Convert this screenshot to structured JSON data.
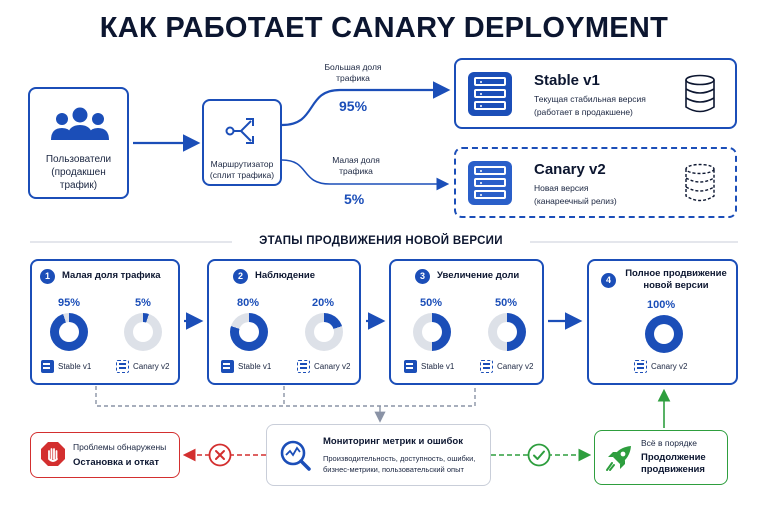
{
  "title": "КАК РАБОТАЕТ CANARY DEPLOYMENT",
  "users": {
    "label": "Пользователи (продакшен трафик)"
  },
  "router": {
    "label": "Маршрутизатор (сплит трафика)"
  },
  "top_route": {
    "label": "Большая доля трафика",
    "percent": "95%"
  },
  "bottom_route": {
    "label": "Малая доля трафика",
    "percent": "5%"
  },
  "stable": {
    "title": "Stable v1",
    "desc1": "Текущая стабильная версия",
    "desc2": "(работает в продакшене)"
  },
  "canary": {
    "title": "Canary v2",
    "desc1": "Новая версия",
    "desc2": "(канареечный релиз)"
  },
  "stages_header": "ЭТАПЫ ПРОДВИЖЕНИЯ НОВОЙ ВЕРСИИ",
  "stages": [
    {
      "num": "1",
      "title": "Малая доля трафика",
      "stable_pct": "95%",
      "canary_pct": "5%",
      "stable_value": 95,
      "canary_value": 5,
      "stable_label": "Stable v1",
      "canary_label": "Canary v2"
    },
    {
      "num": "2",
      "title": "Наблюдение",
      "stable_pct": "80%",
      "canary_pct": "20%",
      "stable_value": 80,
      "canary_value": 20,
      "stable_label": "Stable v1",
      "canary_label": "Canary v2"
    },
    {
      "num": "3",
      "title": "Увеличение доли",
      "stable_pct": "50%",
      "canary_pct": "50%",
      "stable_value": 50,
      "canary_value": 50,
      "stable_label": "Stable v1",
      "canary_label": "Canary v2"
    },
    {
      "num": "4",
      "title": "Полное продвижение новой версии",
      "canary_pct": "100%",
      "canary_value": 100,
      "canary_label": "Canary v2"
    }
  ],
  "problem": {
    "line1": "Проблемы обнаружены",
    "line2": "Остановка и откат"
  },
  "monitor": {
    "title": "Мониторинг метрик и ошибок",
    "line1": "Производительность, доступность, ошибки,",
    "line2": "бизнес-метрики, пользовательский опыт"
  },
  "success": {
    "line1": "Всё в порядке",
    "line2": "Продолжение продвижения"
  },
  "colors": {
    "primary": "#1b4eb8",
    "red": "#d32f2f",
    "green": "#2e9e3e",
    "gray": "#8a93a6"
  }
}
